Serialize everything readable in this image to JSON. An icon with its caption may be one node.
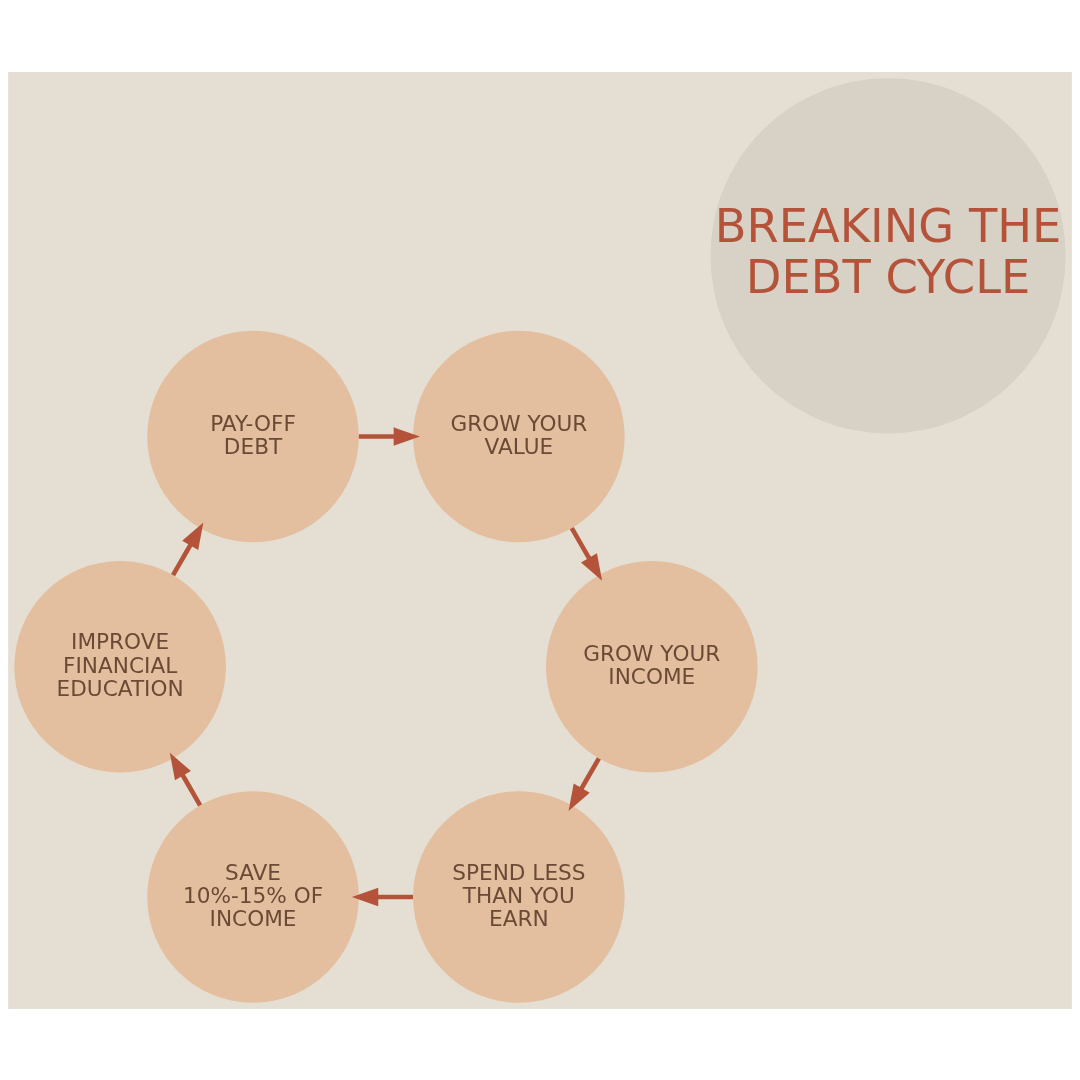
{
  "diagram": {
    "nodes": [
      {
        "text": [
          "BREAKING THE DEBT CYCLE"
        ]
      },
      {
        "text": [
          "SPEND LESS THAN YOU EARN"
        ]
      },
      {
        "text": [
          "SAVE 10%-15% OF INCOME"
        ]
      },
      {
        "text": [
          "IMPROVE FINANCIAL EDUCATION"
        ]
      },
      {
        "text": [
          "PAY-OFF DEBT"
        ]
      },
      {
        "text": [
          "GROW YOUR VALUE"
        ]
      },
      {
        "text": [
          "GROW YOUR INCOME"
        ]
      }
    ],
    "edges": [
      {
        "from": 1,
        "to": 2,
        "arrow": "to"
      },
      {
        "from": 2,
        "to": 3,
        "arrow": "to"
      },
      {
        "from": 3,
        "to": 4,
        "arrow": "to"
      },
      {
        "from": 4,
        "to": 5,
        "arrow": "to"
      },
      {
        "from": 5,
        "to": 6,
        "arrow": "to"
      },
      {
        "from": 6,
        "to": 1,
        "arrow": "to"
      }
    ]
  }
}
